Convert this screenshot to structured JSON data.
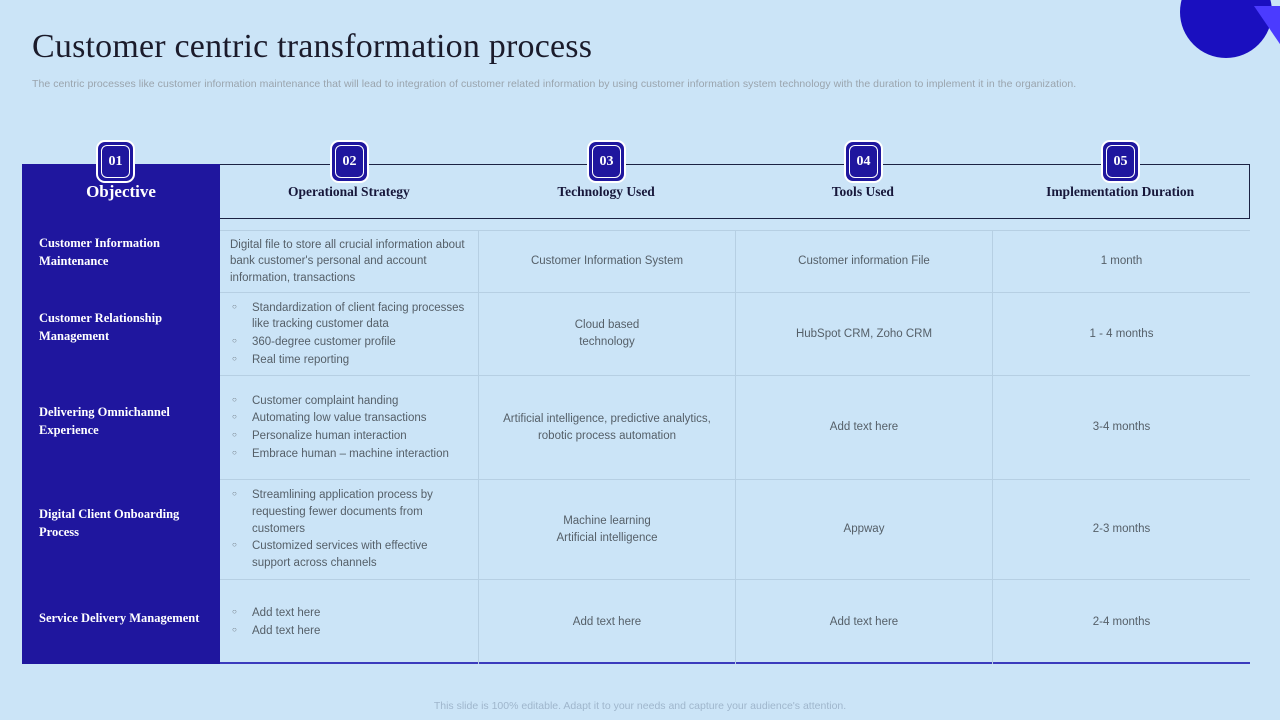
{
  "slide": {
    "background_color": "#cbe4f7",
    "accent_color": "#1f169e",
    "title": "Customer centric transformation process",
    "subtitle": "The centric processes like customer information maintenance that will lead to integration of customer related information by using customer information system technology with the duration to implement it in the organization.",
    "footer": "This slide is 100% editable. Adapt it to your needs and capture your audience's attention."
  },
  "decoration": {
    "circle_color": "#1a0fbf",
    "arrow_color": "#4b3bff"
  },
  "table": {
    "badges": [
      "01",
      "02",
      "03",
      "04",
      "05"
    ],
    "headers": [
      "Objective",
      "Operational Strategy",
      "Technology Used",
      "Tools Used",
      "Implementation Duration"
    ],
    "rows": [
      {
        "objective": "Customer Information Maintenance",
        "operational_strategy_paragraph": "Digital file to store all crucial information about bank customer's personal and account information,  transactions",
        "operational_strategy_bullets": [],
        "technology_used": [
          "Customer Information  System"
        ],
        "tools_used": "Customer information  File",
        "implementation_duration": "1 month"
      },
      {
        "objective": "Customer Relationship Management",
        "operational_strategy_paragraph": "",
        "operational_strategy_bullets": [
          "Standardization  of client facing processes like tracking customer data",
          "360-degree  customer  profile",
          "Real time reporting"
        ],
        "technology_used": [
          "Cloud based",
          "technology"
        ],
        "tools_used": "HubSpot CRM, Zoho  CRM",
        "implementation_duration": "1 - 4 months"
      },
      {
        "objective": "Delivering Omnichannel Experience",
        "operational_strategy_paragraph": "",
        "operational_strategy_bullets": [
          "Customer complaint handing",
          "Automating low value  transactions",
          "Personalize human interaction",
          "Embrace human – machine interaction"
        ],
        "technology_used": [
          "Artificial intelligence,  predictive  analytics,",
          "robotic process automation"
        ],
        "tools_used": "Add text here",
        "implementation_duration": "3-4 months"
      },
      {
        "objective": "Digital Client Onboarding Process",
        "operational_strategy_paragraph": "",
        "operational_strategy_bullets": [
          "Streamlining application process  by requesting fewer  documents from customers",
          "Customized  services with effective support  across channels"
        ],
        "technology_used": [
          "Machine learning",
          "Artificial intelligence"
        ],
        "tools_used": "Appway",
        "implementation_duration": "2-3 months"
      },
      {
        "objective": "Service Delivery Management",
        "operational_strategy_paragraph": "",
        "operational_strategy_bullets": [
          "Add text here",
          "Add text here"
        ],
        "technology_used": [
          "Add text here"
        ],
        "tools_used": "Add text here",
        "implementation_duration": "2-4 months"
      }
    ]
  }
}
